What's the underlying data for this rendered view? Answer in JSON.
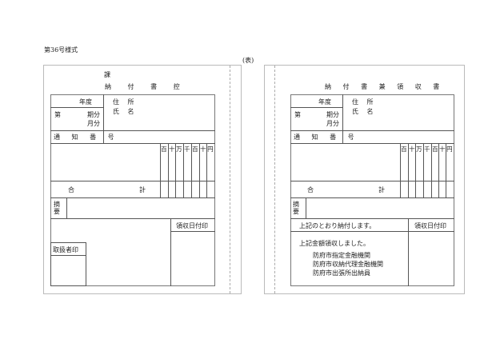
{
  "form_number": "第36号様式",
  "side_label": "(表)",
  "left": {
    "dept": "課",
    "title": "納 付 書 控",
    "year": "年度",
    "period_prefix": "第",
    "period_term": "期分",
    "period_month": "月分",
    "address": "住 所",
    "name": "氏 名",
    "notice_number": "通 知 番 号",
    "digits": [
      "百",
      "十",
      "万",
      "千",
      "百",
      "十",
      "円"
    ],
    "total_left": "合",
    "total_right": "計",
    "summary": "摘要",
    "receipt_stamp": "領収日付印",
    "handler_stamp": "取扱者印"
  },
  "right": {
    "title": "納 付 書 兼 領 収 書",
    "year": "年度",
    "period_prefix": "第",
    "period_term": "期分",
    "period_month": "月分",
    "address": "住 所",
    "name": "氏 名",
    "notice_number": "通 知 番 号",
    "digits": [
      "百",
      "十",
      "万",
      "千",
      "百",
      "十",
      "円"
    ],
    "total_left": "合",
    "total_right": "計",
    "summary": "摘要",
    "pay_statement": "上記のとおり納付します。",
    "receipt_stamp": "領収日付印",
    "received_statement": "上記金額領収しました。",
    "institutions": [
      "防府市指定金融機関",
      "防府市収納代理金融機関",
      "防府市出張所出納員"
    ]
  }
}
